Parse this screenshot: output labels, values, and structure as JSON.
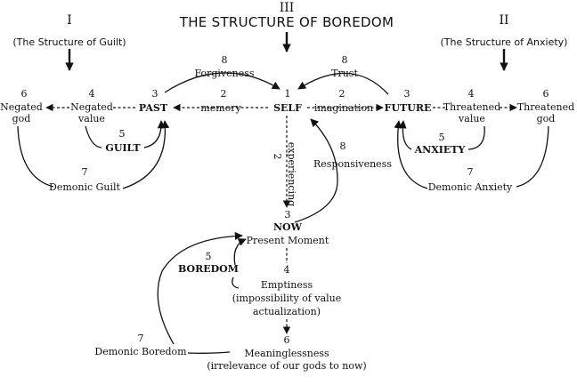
{
  "headers": {
    "center_roman": "III",
    "center_title": "THE STRUCTURE OF BOREDOM",
    "left_roman": "I",
    "left_title": "(The Structure of Guilt)",
    "right_roman": "II",
    "right_title": "(The Structure of Anxiety)"
  },
  "center": {
    "self_num": "1",
    "self_label": "SELF",
    "forgiveness_num": "8",
    "forgiveness_label": "Forgiveness",
    "trust_num": "8",
    "trust_label": "Trust",
    "experiencing_num": "2",
    "experiencing_label": "experiencing",
    "responsiveness_num": "8",
    "responsiveness_label": "Responsiveness",
    "now_num": "3",
    "now_label": "NOW",
    "present_label": "Present Moment",
    "emptiness_num": "4",
    "emptiness_label": "Emptiness",
    "emptiness_sub1": "(impossibility of value",
    "emptiness_sub2": "actualization)",
    "boredom_num": "5",
    "boredom_label": "BOREDOM",
    "demonic_boredom_num": "7",
    "demonic_boredom_label": "Demonic Boredom",
    "meaningless_num": "6",
    "meaningless_label": "Meaninglessness",
    "meaningless_sub": "(irrelevance of our gods to now)"
  },
  "guilt": {
    "memory_num": "2",
    "memory_label": "memory",
    "past_num": "3",
    "past_label": "PAST",
    "negated_value_num": "4",
    "negated_value_l1": "Negated",
    "negated_value_l2": "value",
    "negated_god_num": "6",
    "negated_god_l1": "Negated",
    "negated_god_l2": "god",
    "guilt_num": "5",
    "guilt_label": "GUILT",
    "demonic_guilt_num": "7",
    "demonic_guilt_label": "Demonic Guilt"
  },
  "anxiety": {
    "imagination_num": "2",
    "imagination_label": "imagination",
    "future_num": "3",
    "future_label": "FUTURE",
    "threatened_value_num": "4",
    "threatened_value_l1": "Threatened",
    "threatened_value_l2": "value",
    "threatened_god_num": "6",
    "threatened_god_l1": "Threatened",
    "threatened_god_l2": "god",
    "anxiety_num": "5",
    "anxiety_label": "ANXIETY",
    "demonic_anxiety_num": "7",
    "demonic_anxiety_label": "Demonic Anxiety"
  }
}
